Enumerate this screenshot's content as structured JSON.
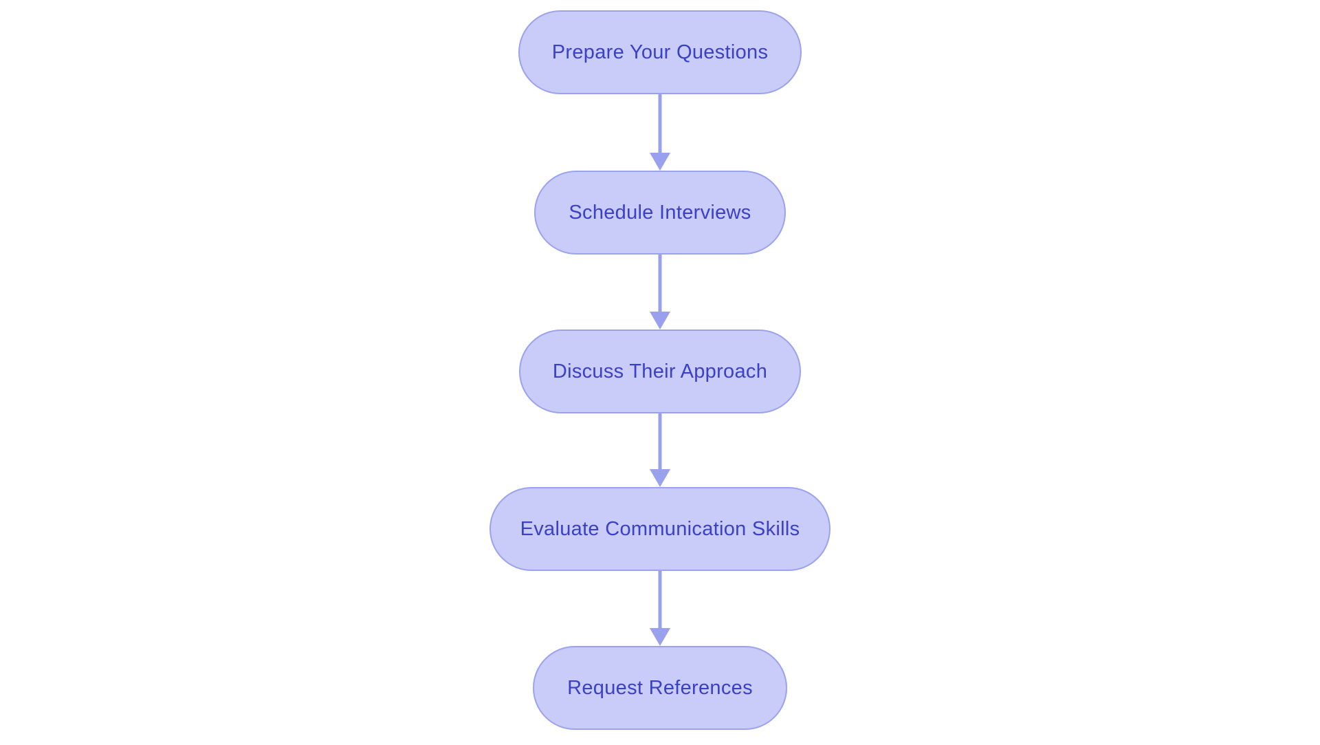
{
  "flowchart": {
    "type": "vertical-flowchart",
    "colors": {
      "background": "#ffffff",
      "node_fill": "#c9cbf8",
      "node_border": "#9ba2ee",
      "node_text": "#3b40c8",
      "arrow": "#99a0ee"
    },
    "nodes": [
      {
        "label": "Prepare Your Questions"
      },
      {
        "label": "Schedule Interviews"
      },
      {
        "label": "Discuss Their Approach"
      },
      {
        "label": "Evaluate Communication Skills"
      },
      {
        "label": "Request References"
      }
    ],
    "connections": [
      {
        "from": 0,
        "to": 1
      },
      {
        "from": 1,
        "to": 2
      },
      {
        "from": 2,
        "to": 3
      },
      {
        "from": 3,
        "to": 4
      }
    ]
  }
}
